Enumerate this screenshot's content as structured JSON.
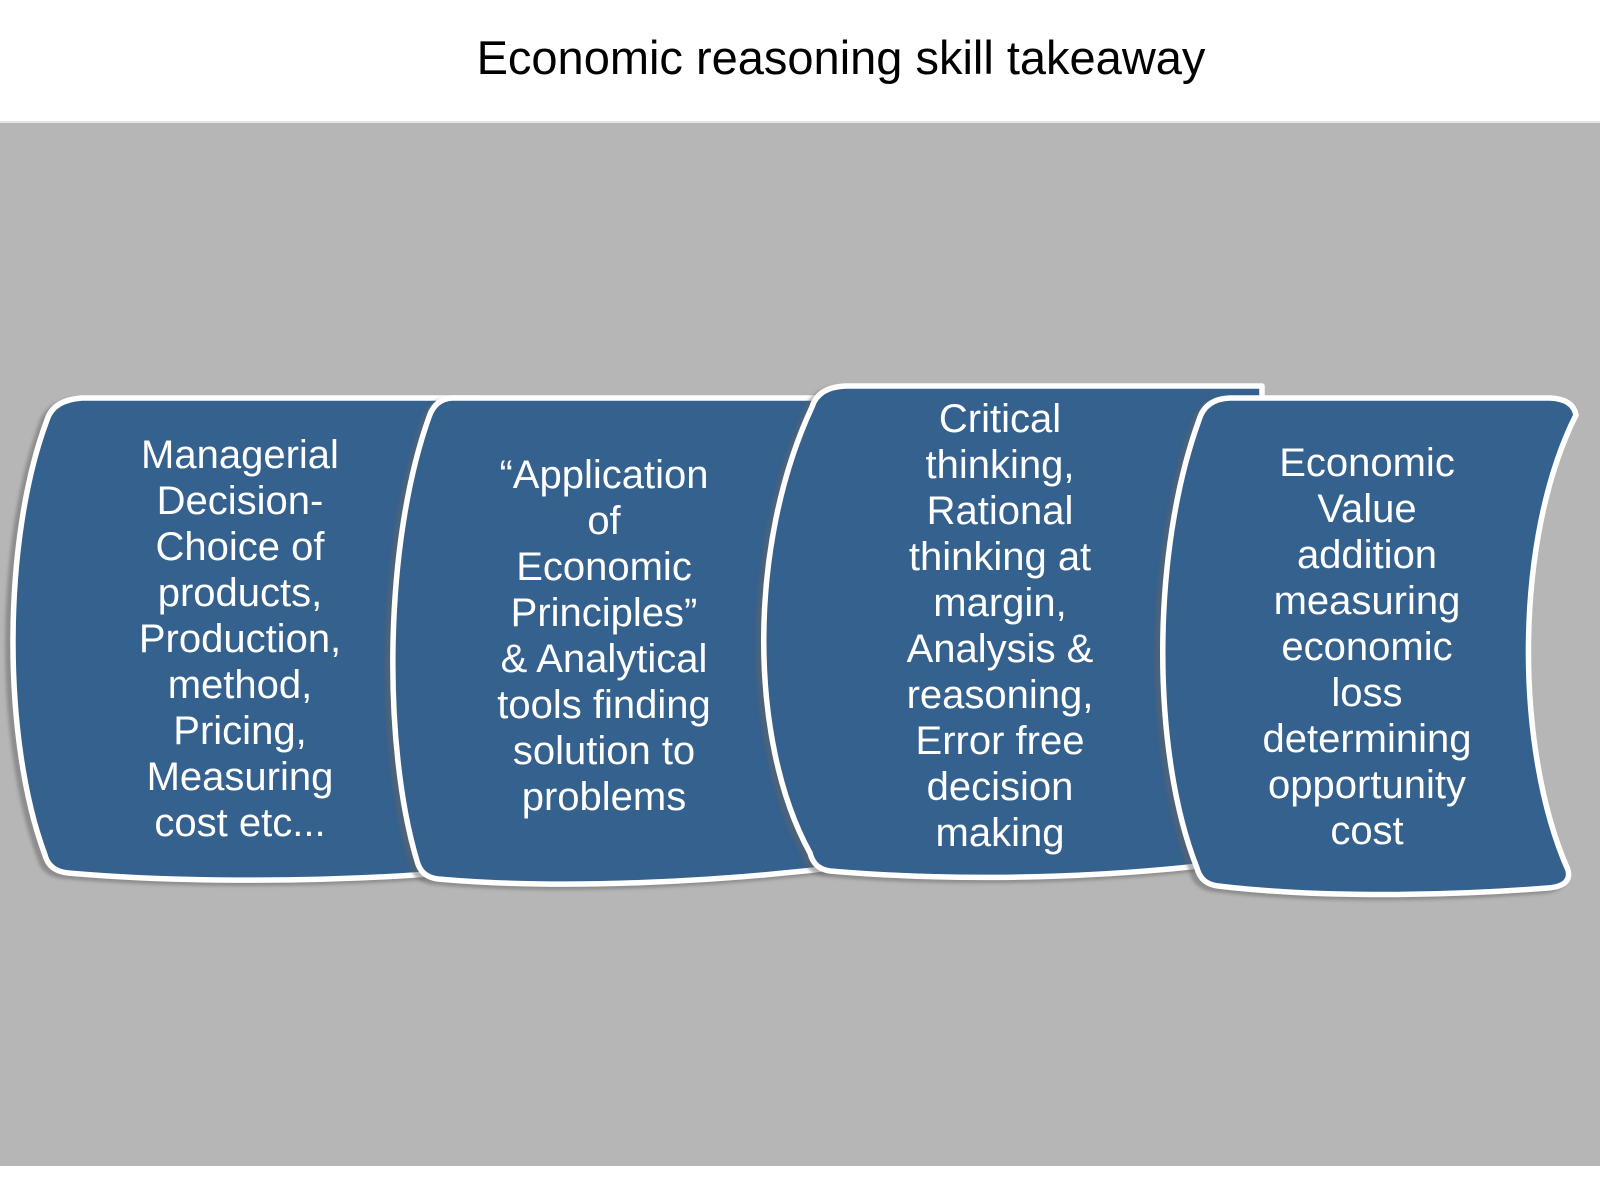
{
  "slide": {
    "title": "Economic reasoning skill takeaway"
  },
  "colors": {
    "title_text": "#000000",
    "top_band": "#FFFFFF",
    "bottom_band": "#FFFFFF",
    "canvas_background": "#B6B6B6",
    "panel_fill": "#35618E",
    "panel_outline": "#FFFFFF",
    "panel_text": "#FFFFFF",
    "panel_shadow": "#646464"
  },
  "panels": [
    {
      "name": "managerial-decision",
      "lines": [
        "Managerial",
        "Decision-",
        "Choice of",
        "products,",
        "Production,",
        "method,",
        "Pricing,",
        "Measuring",
        "cost etc..."
      ]
    },
    {
      "name": "application-of-economic-principles",
      "lines": [
        "“Application",
        "of",
        "Economic",
        "Principles”",
        "& Analytical",
        "tools finding",
        "solution to",
        "problems"
      ]
    },
    {
      "name": "critical-thinking",
      "lines": [
        "Critical",
        "thinking,",
        "Rational",
        "thinking at",
        "margin,",
        "Analysis &",
        "reasoning,",
        "Error free",
        "decision",
        "making"
      ]
    },
    {
      "name": "economic-value-addition",
      "lines": [
        "Economic",
        "Value",
        "addition",
        "measuring",
        "economic",
        "loss",
        "determining",
        "opportunity",
        "cost"
      ]
    }
  ]
}
